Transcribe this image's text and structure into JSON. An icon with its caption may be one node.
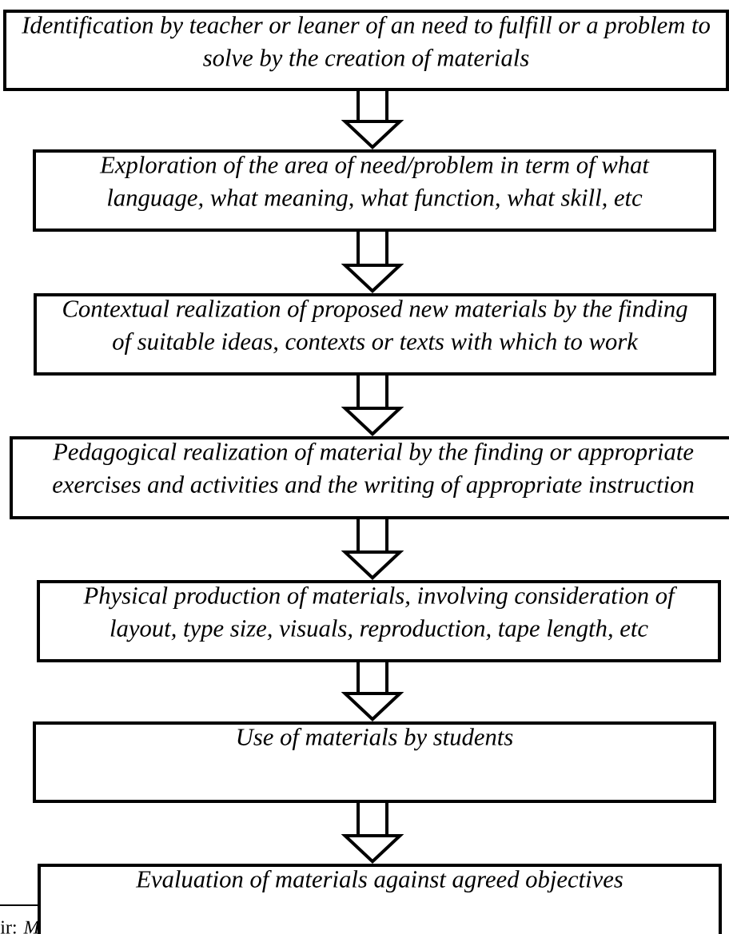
{
  "diagram": {
    "nodes": [
      {
        "text": [
          "Identification by teacher or leaner of an need to fulfill or a problem to solve by the creation of materials"
        ]
      },
      {
        "text": [
          "Exploration of the area of need/problem in term of what language, what meaning, what function, what skill, etc"
        ]
      },
      {
        "text": [
          "Contextual realization of proposed new materials by the finding of suitable ideas, contexts or texts with which to work"
        ]
      },
      {
        "text": [
          "Pedagogical realization of material by the finding or appropriate exercises and activities and the writing of appropriate instruction"
        ]
      },
      {
        "text": [
          "Physical production of materials, involving consideration of layout, type size, visuals, reproduction, tape length, etc"
        ]
      },
      {
        "text": [
          "Use of materials by students"
        ]
      },
      {
        "text": [
          "Evaluation of materials against agreed objectives"
        ]
      }
    ],
    "edges": [
      {
        "from": 0,
        "to": 1,
        "arrow": "to"
      },
      {
        "from": 1,
        "to": 2,
        "arrow": "to"
      },
      {
        "from": 2,
        "to": 3,
        "arrow": "to"
      },
      {
        "from": 3,
        "to": 4,
        "arrow": "to"
      },
      {
        "from": 4,
        "to": 5,
        "arrow": "to"
      },
      {
        "from": 5,
        "to": 6,
        "arrow": "to"
      }
    ],
    "labels": [
      "ir: *M*"
    ]
  }
}
